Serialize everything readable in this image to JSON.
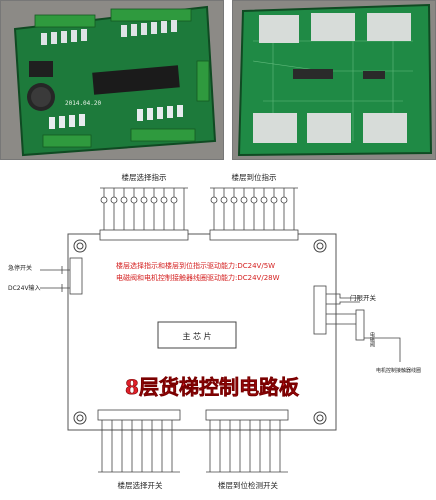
{
  "photos": {
    "left_silkscreen": "2014.04.20"
  },
  "diagram": {
    "top_left_group": "楼层选择指示",
    "top_right_group": "楼层到位指示",
    "left_labels": [
      "急停开关",
      "DC24V输入"
    ],
    "spec_line_1": "楼层选择指示和楼层到位指示驱动能力:DC24V/5W",
    "spec_line_2": "电磁阀和电机控制接触器线圈驱动能力:DC24V/28W",
    "chip_label": "主 芯 片",
    "right_limit_label": "门限开关",
    "right_coil_label": "电磁阀",
    "right_contactor_label": "电机控制接触器线圈",
    "big_title": "8层货梯控制电路板",
    "bottom_left_group": "楼层选择开关",
    "bottom_right_group": "楼层到位检测开关"
  }
}
